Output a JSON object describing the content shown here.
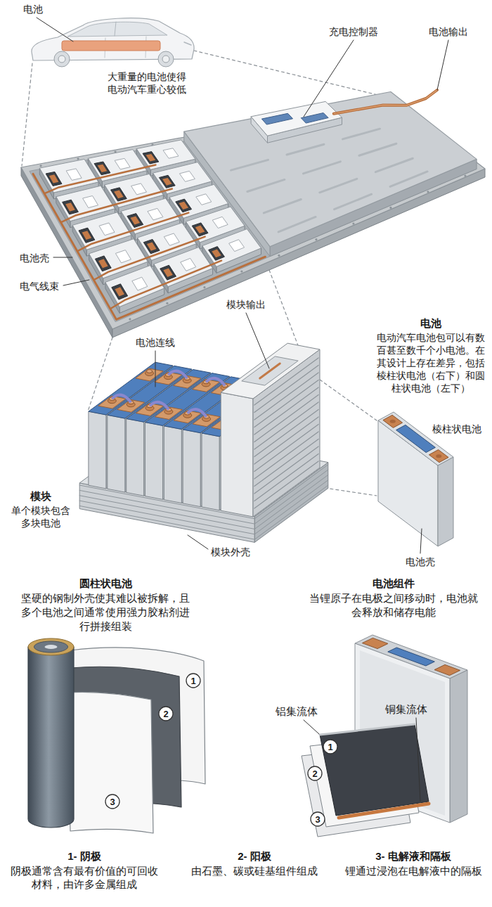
{
  "diagram": {
    "nodes": [
      {
        "text": [
          "1"
        ]
      },
      {
        "text": [
          "2"
        ]
      },
      {
        "text": [
          "3"
        ]
      },
      {
        "text": [
          "1"
        ]
      },
      {
        "text": [
          "2"
        ]
      },
      {
        "text": [
          "3"
        ]
      }
    ],
    "labels": [
      "电池",
      "大重量的电池使得电动汽车重心较低",
      "充电控制器",
      "电池输出",
      "电池壳",
      "电气线束",
      "模块输出",
      "电池",
      "电动汽车电池包可以有数百甚至数千个小电池。在其设计上存在差异，包括棱柱状电池（右下）和圆柱状电池（左下）",
      "电池连线",
      "棱柱状电池",
      "模块",
      "单个模块包含多块电池",
      "模块外壳",
      "电池壳",
      "圆柱状电池",
      "坚硬的钢制外壳使其难以被拆解，且多个电池之间通常使用强力胶粘剂进行拼接组装",
      "电池组件",
      "当锂原子在电极之间移动时，电池就会释放和储存电能",
      "铝集流体",
      "铜集流体",
      "1- 阴极",
      "阴极通常含有最有价值的可回收材料，由许多金属组成",
      "2- 阳极",
      "由石墨、碳或硅基组件组成",
      "3- 电解液和隔板",
      "锂通过浸泡在电解液中的隔板"
    ]
  }
}
